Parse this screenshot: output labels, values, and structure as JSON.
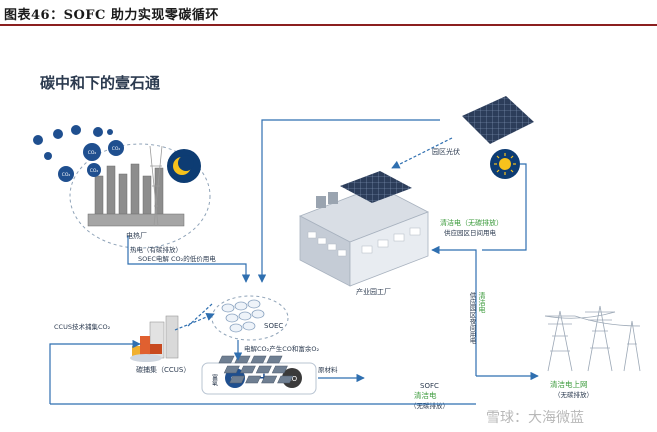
{
  "header": {
    "title": "图表46：SOFC 助力实现零碳循环"
  },
  "diagram": {
    "title": "碳中和下的壹石通",
    "co2": "CO₂",
    "o2": "O₂",
    "co": "CO",
    "plus": "+",
    "nodes": {
      "power_plant": "电热厂",
      "ccus": "碳捕集（CCUS）",
      "sofc_main": "SOEC",
      "industrial_park": "产业园工厂",
      "pv": "园区光伏",
      "sofc_bottom_1": "SOFC",
      "sofc_bottom_2": "清洁电",
      "sofc_bottom_3": "（无碳排放）",
      "grid_1": "清洁电上网",
      "grid_2": "（无碳排放）"
    },
    "edges": {
      "power_to_soec_1": "热电（有碳排放）",
      "power_to_soec_2": "SOEC电解 CO₂的低价用电",
      "ccus_to_soec": "CCUS技术捕集CO₂",
      "soec_output": "电解CO₂产生CO和富余O₂",
      "output_left": "富氧",
      "raw_material": "原材料",
      "clean_to_park_1": "清洁电（无碳排放）",
      "clean_to_park_2": "供应园区日间用电",
      "clean_vertical_1": "清洁电",
      "clean_vertical_2": "供应园区夜间用电"
    }
  },
  "watermark": {
    "text": "雪球：大海微蓝"
  },
  "colors": {
    "arrow": "#2f6fb0",
    "header_rule": "#8b1f1f",
    "green_label": "#3a9a3a",
    "co2_ball": "#1f4f8f",
    "moon_bg": "#0d3c73",
    "moon": "#f7c21c"
  }
}
